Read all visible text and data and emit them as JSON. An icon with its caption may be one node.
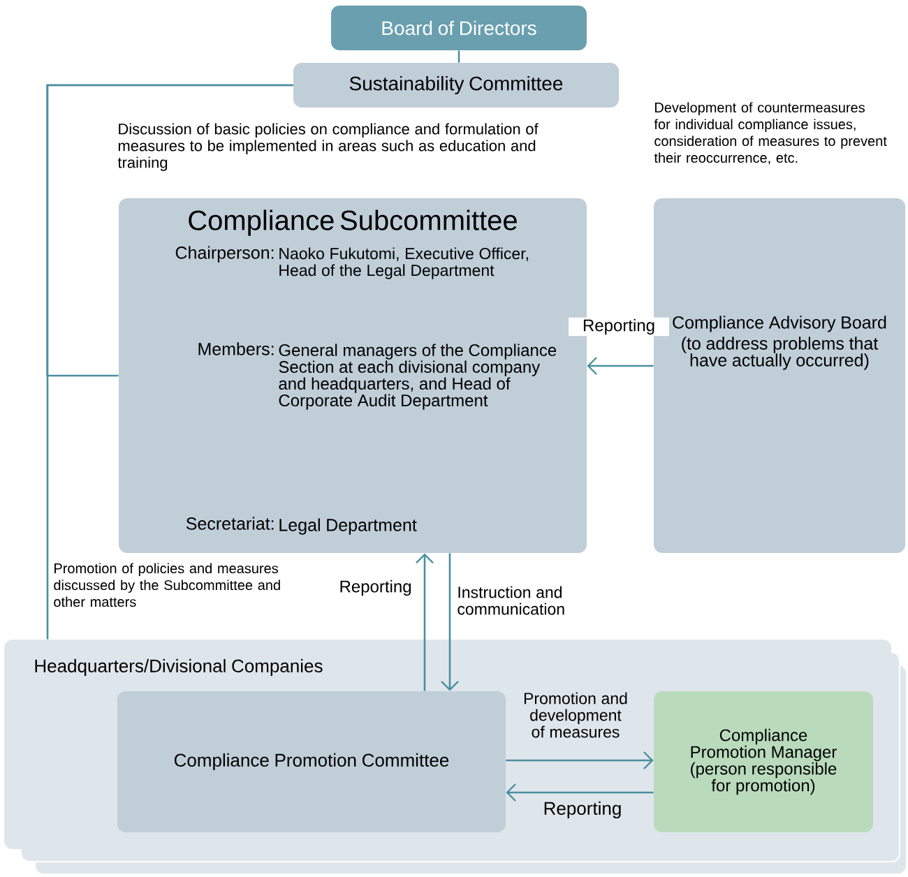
{
  "diagram": {
    "nodes": [
      {
        "text": [
          "Board of Directors"
        ]
      },
      {
        "text": [
          "Sustainability Committee"
        ]
      },
      {
        "text": [
          "Compliance Subcommittee",
          "Chairperson:",
          "Naoko Fukutomi, Executive Officer, Head of the Legal Department",
          "Members:",
          "General managers of the Compliance Section at each divisional company and headquarters, and Head of Corporate Audit Department",
          "Secretariat:",
          "Legal Department"
        ]
      },
      {
        "text": [
          "Compliance Advisory Board",
          "(to address problems that have actually occurred)"
        ],
        "beside": [
          "Development of countermeasures for individual compliance issues, consideration of measures to prevent their reoccurrence, etc."
        ]
      },
      {
        "text": [
          "Headquarters/Divisional Companies"
        ]
      },
      {
        "text": [
          "Compliance Promotion Committee"
        ],
        "in": 4
      },
      {
        "text": [
          "Compliance Promotion Manager (person responsible for promotion)"
        ],
        "in": 4
      }
    ],
    "edges": [
      {
        "from": 0,
        "to": 1,
        "arrow": "none"
      },
      {
        "from": 1,
        "to": 2,
        "arrow": "none"
      },
      {
        "from": 1,
        "to": 4,
        "arrow": "none",
        "label": "Promotion of policies and measures discussed by the Subcommittee and other matters"
      },
      {
        "from": 3,
        "to": 2,
        "arrow": "to",
        "label": "Reporting"
      },
      {
        "from": 5,
        "to": 2,
        "arrow": "to",
        "label": "Reporting"
      },
      {
        "from": 2,
        "to": 5,
        "arrow": "to",
        "label": "Instruction and communication"
      },
      {
        "from": 5,
        "to": 6,
        "arrow": "to",
        "label": "Promotion and development of measures"
      },
      {
        "from": 6,
        "to": 5,
        "arrow": "to",
        "label": "Reporting"
      }
    ],
    "labels": [
      "Discussion of basic policies on compliance and formulation of measures to be implemented in areas such as education and training"
    ]
  }
}
